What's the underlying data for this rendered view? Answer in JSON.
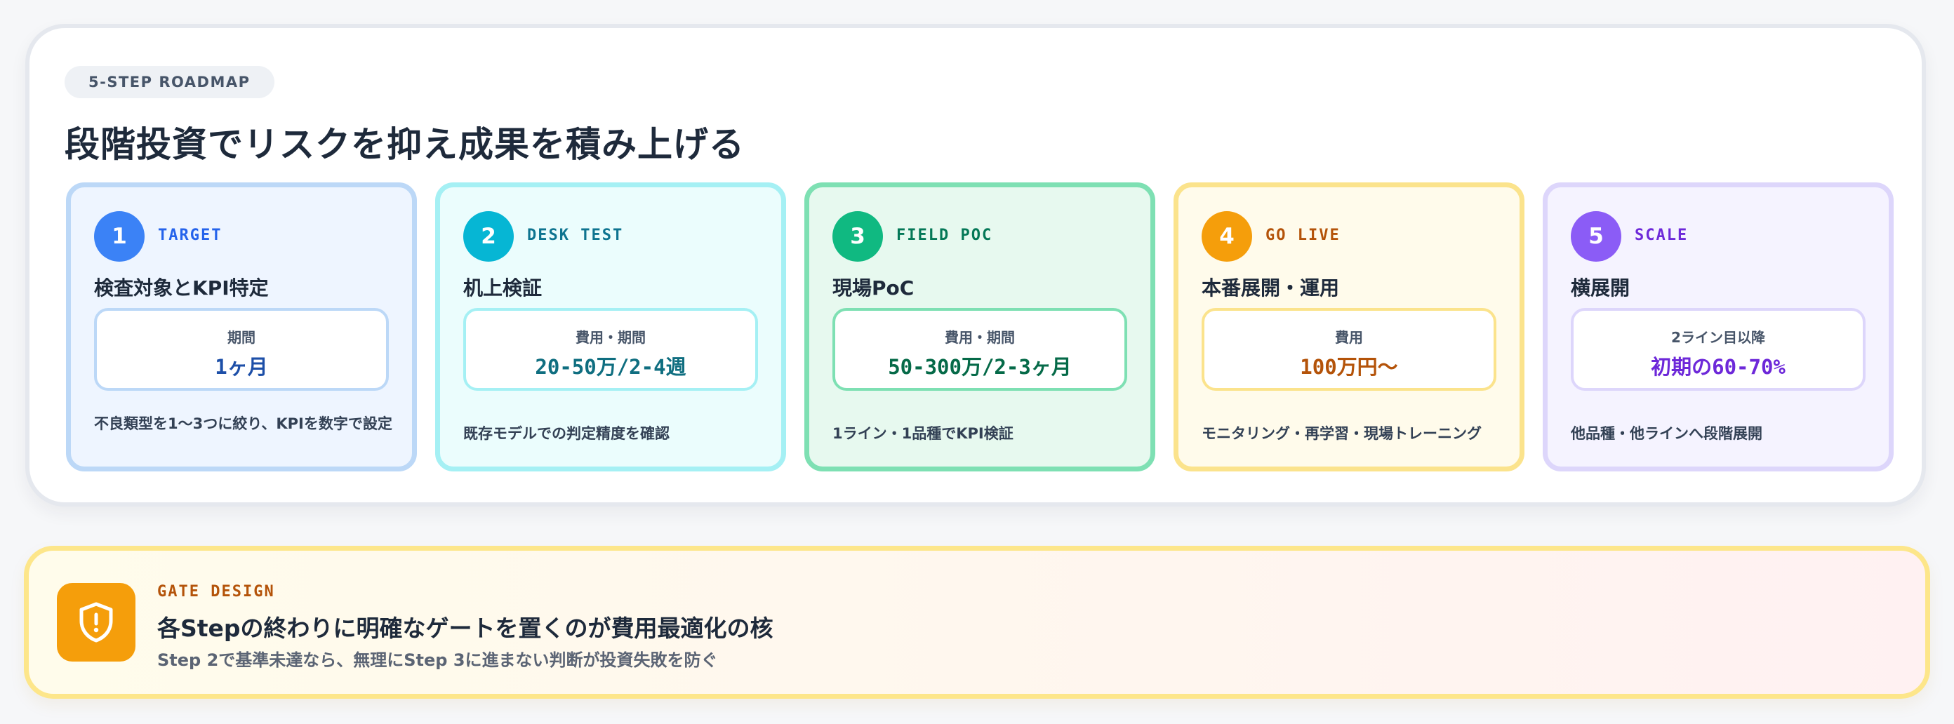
{
  "roadmap": {
    "pill": "5-STEP ROADMAP",
    "headline": "段階投資でリスクを抑え成果を積み上げる",
    "steps": [
      {
        "num": "1",
        "tag": "TARGET",
        "title": "検査対象とKPI特定",
        "box_label": "期間",
        "box_value": "1ヶ月",
        "desc": "不良類型を1〜3つに絞り、KPIを数字で設定",
        "accent": "#3b82f6"
      },
      {
        "num": "2",
        "tag": "DESK TEST",
        "title": "机上検証",
        "box_label": "費用・期間",
        "box_value": "20-50万/2-4週",
        "desc": "既存モデルでの判定精度を確認",
        "accent": "#06b6d4"
      },
      {
        "num": "3",
        "tag": "FIELD POC",
        "title": "現場PoC",
        "box_label": "費用・期間",
        "box_value": "50-300万/2-3ヶ月",
        "desc": "1ライン・1品種でKPI検証",
        "accent": "#10b981"
      },
      {
        "num": "4",
        "tag": "GO LIVE",
        "title": "本番展開・運用",
        "box_label": "費用",
        "box_value": "100万円〜",
        "desc": "モニタリング・再学習・現場トレーニング",
        "accent": "#f59e0b"
      },
      {
        "num": "5",
        "tag": "SCALE",
        "title": "横展開",
        "box_label": "2ライン目以降",
        "box_value": "初期の60-70%",
        "desc": "他品種・他ラインへ段階展開",
        "accent": "#8b5cf6"
      }
    ]
  },
  "gate": {
    "tag": "GATE DESIGN",
    "title": "各Stepの終わりに明確なゲートを置くのが費用最適化の核",
    "subtitle": "Step 2で基準未達なら、無理にStep 3に進まない判断が投資失敗を防ぐ",
    "icon": "shield-alert-icon"
  }
}
